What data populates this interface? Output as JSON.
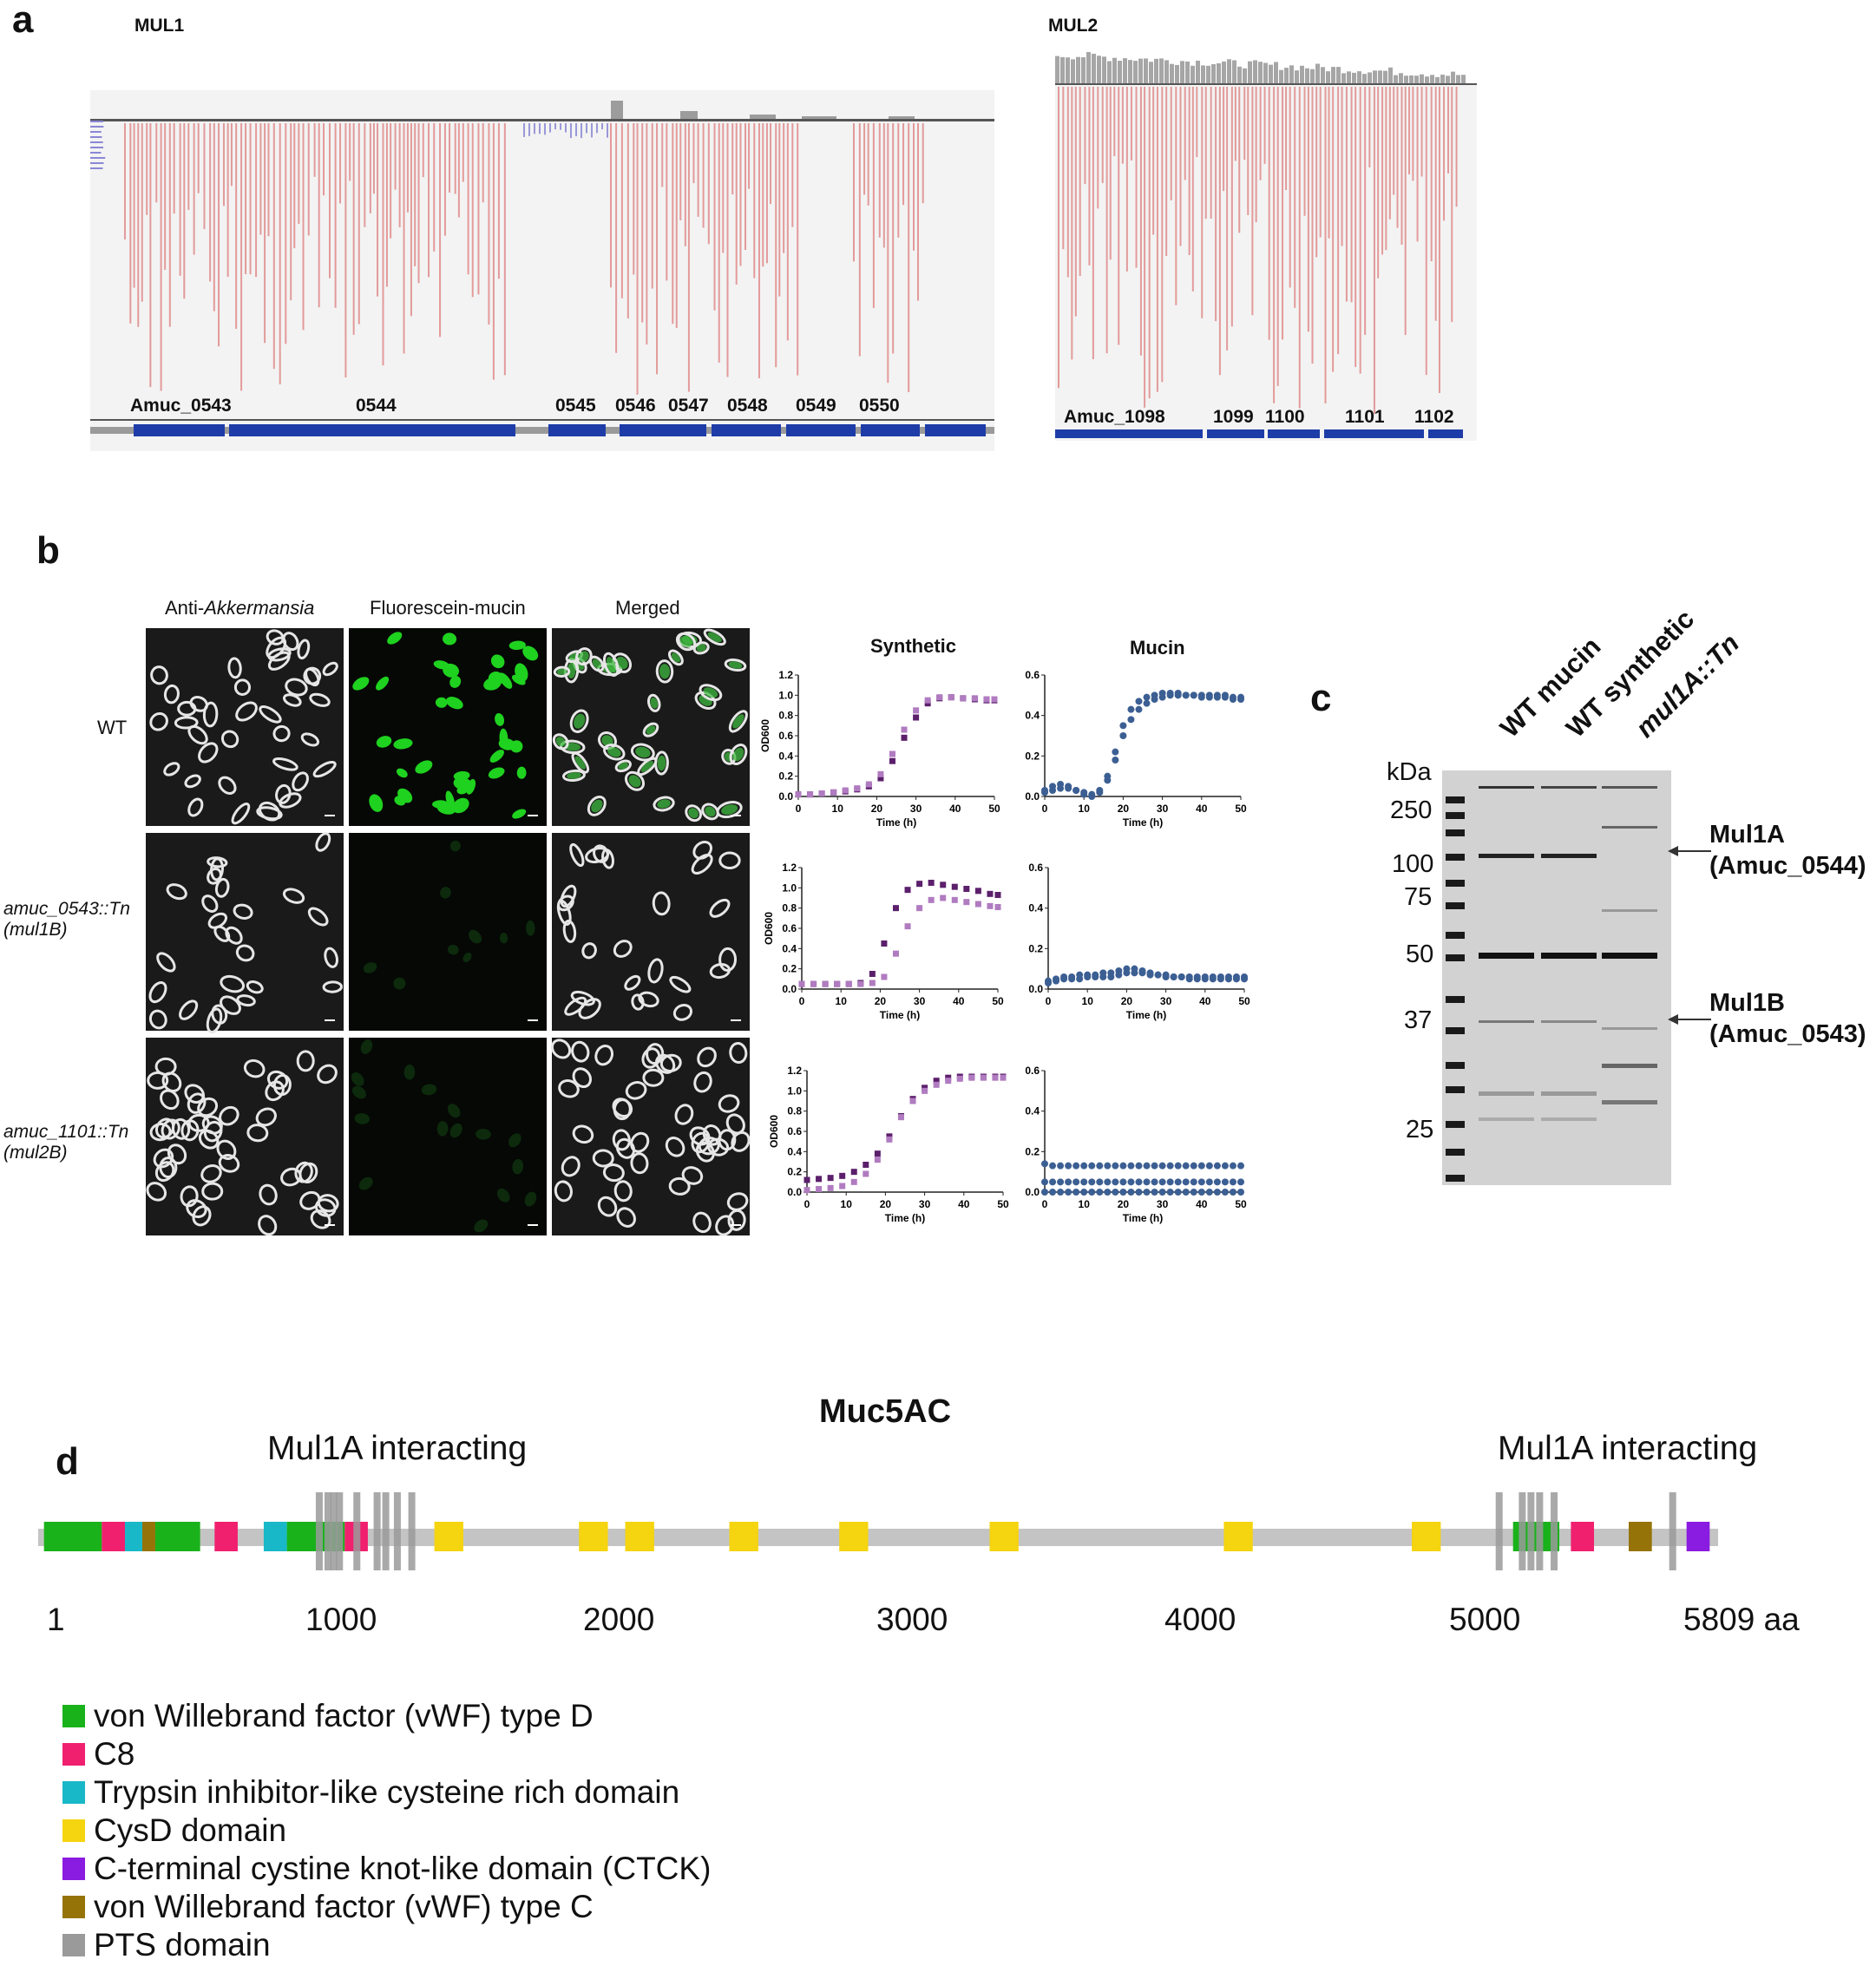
{
  "panel_a": {
    "letter": "a",
    "mul1": {
      "title": "MUL1",
      "genes": [
        "Amuc_0543",
        "0544",
        "0545",
        "0546",
        "0547",
        "0548",
        "0549",
        "0550"
      ]
    },
    "mul2": {
      "title": "MUL2",
      "genes": [
        "Amuc_1098",
        "1099",
        "1100",
        "1101",
        "1102"
      ]
    }
  },
  "panel_b": {
    "letter": "b",
    "column_headers": {
      "col1_prefix": "Anti-",
      "col1_italic": "Akkermansia",
      "col2": "Fluorescein-mucin",
      "col3": "Merged"
    },
    "row_labels": [
      {
        "line1": "WT",
        "line2": ""
      },
      {
        "line1": "amuc_0543::Tn",
        "line2": "(mul1B)"
      },
      {
        "line1": "amuc_1101::Tn",
        "line2": "(mul2B)"
      }
    ],
    "growth_headers": {
      "synthetic": "Synthetic",
      "mucin": "Mucin"
    },
    "ylabel": "OD600",
    "xlabel": "Time (h)",
    "colors": {
      "synthetic_dark": "#5b1f6b",
      "synthetic_light": "#b07bc0",
      "mucin": "#3c5f93"
    }
  },
  "chart_data": [
    {
      "type": "scatter",
      "title": "Synthetic",
      "row": "WT",
      "xlabel": "Time (h)",
      "ylabel": "OD600",
      "xlim": [
        0,
        50
      ],
      "ylim": [
        0,
        1.2
      ],
      "xticks": [
        "0",
        "10",
        "20",
        "30",
        "40",
        "50"
      ],
      "yticks": [
        "0.0",
        "0.2",
        "0.4",
        "0.6",
        "0.8",
        "1.0",
        "1.2"
      ],
      "series": [
        {
          "x": [
            0,
            3,
            6,
            9,
            12,
            15,
            18,
            21,
            24,
            27,
            30,
            33,
            36,
            39,
            42,
            45,
            48,
            50
          ],
          "y": [
            0.02,
            0.02,
            0.03,
            0.04,
            0.05,
            0.07,
            0.1,
            0.18,
            0.35,
            0.58,
            0.78,
            0.92,
            0.97,
            0.98,
            0.97,
            0.96,
            0.95,
            0.95
          ]
        },
        {
          "x": [
            0,
            3,
            6,
            9,
            12,
            15,
            18,
            21,
            24,
            27,
            30,
            33,
            36,
            39,
            42,
            45,
            48,
            50
          ],
          "y": [
            0.02,
            0.02,
            0.03,
            0.04,
            0.06,
            0.08,
            0.12,
            0.22,
            0.42,
            0.66,
            0.85,
            0.95,
            0.98,
            0.98,
            0.97,
            0.97,
            0.96,
            0.96
          ]
        }
      ]
    },
    {
      "type": "scatter",
      "title": "Mucin",
      "row": "WT",
      "xlabel": "Time (h)",
      "xlim": [
        0,
        50
      ],
      "ylim": [
        0,
        0.6
      ],
      "xticks": [
        "0",
        "10",
        "20",
        "30",
        "40",
        "50"
      ],
      "yticks": [
        "0.0",
        "0.2",
        "0.4",
        "0.6"
      ],
      "series": [
        {
          "x": [
            0,
            2,
            4,
            6,
            8,
            10,
            12,
            14,
            16,
            18,
            20,
            22,
            24,
            26,
            28,
            30,
            32,
            34,
            36,
            38,
            40,
            42,
            44,
            46,
            48,
            50
          ],
          "y": [
            0.03,
            0.05,
            0.06,
            0.05,
            0.03,
            0.01,
            0.0,
            0.02,
            0.08,
            0.18,
            0.3,
            0.38,
            0.43,
            0.46,
            0.48,
            0.49,
            0.5,
            0.5,
            0.5,
            0.5,
            0.49,
            0.49,
            0.49,
            0.49,
            0.48,
            0.48
          ]
        },
        {
          "x": [
            0,
            2,
            4,
            6,
            8,
            10,
            12,
            14,
            16,
            18,
            20,
            22,
            24,
            26,
            28,
            30,
            32,
            34,
            36,
            38,
            40,
            42,
            44,
            46,
            48,
            50
          ],
          "y": [
            0.02,
            0.03,
            0.04,
            0.04,
            0.03,
            0.02,
            0.01,
            0.03,
            0.1,
            0.22,
            0.35,
            0.43,
            0.47,
            0.49,
            0.5,
            0.51,
            0.51,
            0.51,
            0.5,
            0.5,
            0.5,
            0.5,
            0.5,
            0.5,
            0.49,
            0.49
          ]
        }
      ]
    },
    {
      "type": "scatter",
      "title": "",
      "row": "amuc_0543::Tn (mul1B)",
      "xlabel": "Time (h)",
      "ylabel": "OD600",
      "xlim": [
        0,
        50
      ],
      "ylim": [
        0,
        1.2
      ],
      "xticks": [
        "0",
        "10",
        "20",
        "30",
        "40",
        "50"
      ],
      "yticks": [
        "0.0",
        "0.2",
        "0.4",
        "0.6",
        "0.8",
        "1.0",
        "1.2"
      ],
      "series": [
        {
          "x": [
            0,
            3,
            6,
            9,
            12,
            15,
            18,
            21,
            24,
            27,
            30,
            33,
            36,
            39,
            42,
            45,
            48,
            50
          ],
          "y": [
            0.05,
            0.05,
            0.05,
            0.05,
            0.05,
            0.06,
            0.15,
            0.45,
            0.8,
            0.98,
            1.04,
            1.05,
            1.03,
            1.01,
            0.99,
            0.97,
            0.94,
            0.93
          ]
        },
        {
          "x": [
            0,
            3,
            6,
            9,
            12,
            15,
            18,
            21,
            24,
            27,
            30,
            33,
            36,
            39,
            42,
            45,
            48,
            50
          ],
          "y": [
            0.05,
            0.05,
            0.05,
            0.05,
            0.05,
            0.05,
            0.06,
            0.12,
            0.35,
            0.62,
            0.8,
            0.88,
            0.9,
            0.88,
            0.86,
            0.84,
            0.82,
            0.81
          ]
        }
      ]
    },
    {
      "type": "scatter",
      "title": "",
      "row": "amuc_0543::Tn (mul1B)",
      "xlabel": "Time (h)",
      "xlim": [
        0,
        50
      ],
      "ylim": [
        0,
        0.6
      ],
      "xticks": [
        "0",
        "10",
        "20",
        "30",
        "40",
        "50"
      ],
      "yticks": [
        "0.0",
        "0.2",
        "0.4",
        "0.6"
      ],
      "series": [
        {
          "x": [
            0,
            2,
            4,
            6,
            8,
            10,
            12,
            14,
            16,
            18,
            20,
            22,
            24,
            26,
            28,
            30,
            32,
            34,
            36,
            38,
            40,
            42,
            44,
            46,
            48,
            50
          ],
          "y": [
            0.03,
            0.05,
            0.06,
            0.06,
            0.07,
            0.07,
            0.07,
            0.08,
            0.08,
            0.09,
            0.1,
            0.1,
            0.09,
            0.08,
            0.07,
            0.07,
            0.06,
            0.06,
            0.06,
            0.06,
            0.06,
            0.06,
            0.06,
            0.06,
            0.06,
            0.06
          ]
        },
        {
          "x": [
            0,
            2,
            4,
            6,
            8,
            10,
            12,
            14,
            16,
            18,
            20,
            22,
            24,
            26,
            28,
            30,
            32,
            34,
            36,
            38,
            40,
            42,
            44,
            46,
            48,
            50
          ],
          "y": [
            0.04,
            0.04,
            0.05,
            0.05,
            0.05,
            0.06,
            0.06,
            0.06,
            0.06,
            0.07,
            0.08,
            0.08,
            0.08,
            0.07,
            0.07,
            0.06,
            0.06,
            0.06,
            0.05,
            0.05,
            0.05,
            0.05,
            0.05,
            0.05,
            0.05,
            0.05
          ]
        }
      ]
    },
    {
      "type": "scatter",
      "title": "",
      "row": "amuc_1101::Tn (mul2B)",
      "xlabel": "Time (h)",
      "ylabel": "OD600",
      "xlim": [
        0,
        50
      ],
      "ylim": [
        0,
        1.2
      ],
      "xticks": [
        "0",
        "10",
        "20",
        "30",
        "40",
        "50"
      ],
      "yticks": [
        "0.0",
        "0.2",
        "0.4",
        "0.6",
        "0.8",
        "1.0",
        "1.2"
      ],
      "series": [
        {
          "x": [
            0,
            3,
            6,
            9,
            12,
            15,
            18,
            21,
            24,
            27,
            30,
            33,
            36,
            39,
            42,
            45,
            48,
            50
          ],
          "y": [
            0.12,
            0.13,
            0.14,
            0.16,
            0.2,
            0.27,
            0.38,
            0.55,
            0.75,
            0.92,
            1.03,
            1.1,
            1.13,
            1.14,
            1.14,
            1.14,
            1.14,
            1.14
          ]
        },
        {
          "x": [
            0,
            3,
            6,
            9,
            12,
            15,
            18,
            21,
            24,
            27,
            30,
            33,
            36,
            39,
            42,
            45,
            48,
            50
          ],
          "y": [
            0.02,
            0.03,
            0.04,
            0.06,
            0.1,
            0.18,
            0.32,
            0.52,
            0.74,
            0.9,
            1.0,
            1.06,
            1.1,
            1.12,
            1.13,
            1.13,
            1.13,
            1.13
          ]
        }
      ]
    },
    {
      "type": "scatter",
      "title": "",
      "row": "amuc_1101::Tn (mul2B)",
      "xlabel": "Time (h)",
      "xlim": [
        0,
        50
      ],
      "ylim": [
        0,
        0.6
      ],
      "xticks": [
        "0",
        "10",
        "20",
        "30",
        "40",
        "50"
      ],
      "yticks": [
        "0.0",
        "0.2",
        "0.4",
        "0.6"
      ],
      "series": [
        {
          "x": [
            0,
            2,
            4,
            6,
            8,
            10,
            12,
            14,
            16,
            18,
            20,
            22,
            24,
            26,
            28,
            30,
            32,
            34,
            36,
            38,
            40,
            42,
            44,
            46,
            48,
            50
          ],
          "y": [
            0.14,
            0.13,
            0.13,
            0.13,
            0.13,
            0.13,
            0.13,
            0.13,
            0.13,
            0.13,
            0.13,
            0.13,
            0.13,
            0.13,
            0.13,
            0.13,
            0.13,
            0.13,
            0.13,
            0.13,
            0.13,
            0.13,
            0.13,
            0.13,
            0.13,
            0.13
          ]
        },
        {
          "x": [
            0,
            2,
            4,
            6,
            8,
            10,
            12,
            14,
            16,
            18,
            20,
            22,
            24,
            26,
            28,
            30,
            32,
            34,
            36,
            38,
            40,
            42,
            44,
            46,
            48,
            50
          ],
          "y": [
            0.05,
            0.05,
            0.05,
            0.05,
            0.05,
            0.05,
            0.05,
            0.05,
            0.05,
            0.05,
            0.05,
            0.05,
            0.05,
            0.05,
            0.05,
            0.05,
            0.05,
            0.05,
            0.05,
            0.05,
            0.05,
            0.05,
            0.05,
            0.05,
            0.05,
            0.05
          ]
        },
        {
          "x": [
            0,
            2,
            4,
            6,
            8,
            10,
            12,
            14,
            16,
            18,
            20,
            22,
            24,
            26,
            28,
            30,
            32,
            34,
            36,
            38,
            40,
            42,
            44,
            46,
            48,
            50
          ],
          "y": [
            0.0,
            0.0,
            0.0,
            0.0,
            0.0,
            0.0,
            0.0,
            0.0,
            0.0,
            0.0,
            0.0,
            0.0,
            0.0,
            0.0,
            0.0,
            0.0,
            0.0,
            0.0,
            0.0,
            0.0,
            0.0,
            0.0,
            0.0,
            0.0,
            0.0,
            0.0
          ]
        }
      ]
    }
  ],
  "panel_c": {
    "letter": "c",
    "lanes": [
      "WT mucin",
      "WT synthetic",
      "mul1A::Tn"
    ],
    "kda_label": "kDa",
    "markers": [
      "250",
      "100",
      "75",
      "50",
      "37",
      "25"
    ],
    "annotations": [
      {
        "name": "Mul1A",
        "sub": "(Amuc_0544)"
      },
      {
        "name": "Mul1B",
        "sub": "(Amuc_0543)"
      }
    ]
  },
  "panel_d": {
    "letter": "d",
    "title": "Muc5AC",
    "interacting_label": "Mul1A interacting",
    "axis_labels": [
      "1",
      "1000",
      "2000",
      "3000",
      "4000",
      "5000",
      "5809 aa"
    ],
    "protein_length": 5809,
    "legend": [
      {
        "label": "von Willebrand factor (vWF) type D",
        "color": "#19b21b"
      },
      {
        "label": "C8",
        "color": "#f0206f"
      },
      {
        "label": "Trypsin inhibitor-like cysteine rich domain",
        "color": "#19b8c8"
      },
      {
        "label": "CysD domain",
        "color": "#f5d410"
      },
      {
        "label": "C-terminal cystine knot-like domain (CTCK)",
        "color": "#8a1be0"
      },
      {
        "label": "von Willebrand factor (vWF) type C",
        "color": "#957308"
      },
      {
        "label": "PTS domain",
        "color": "#9a9a9a"
      }
    ]
  }
}
